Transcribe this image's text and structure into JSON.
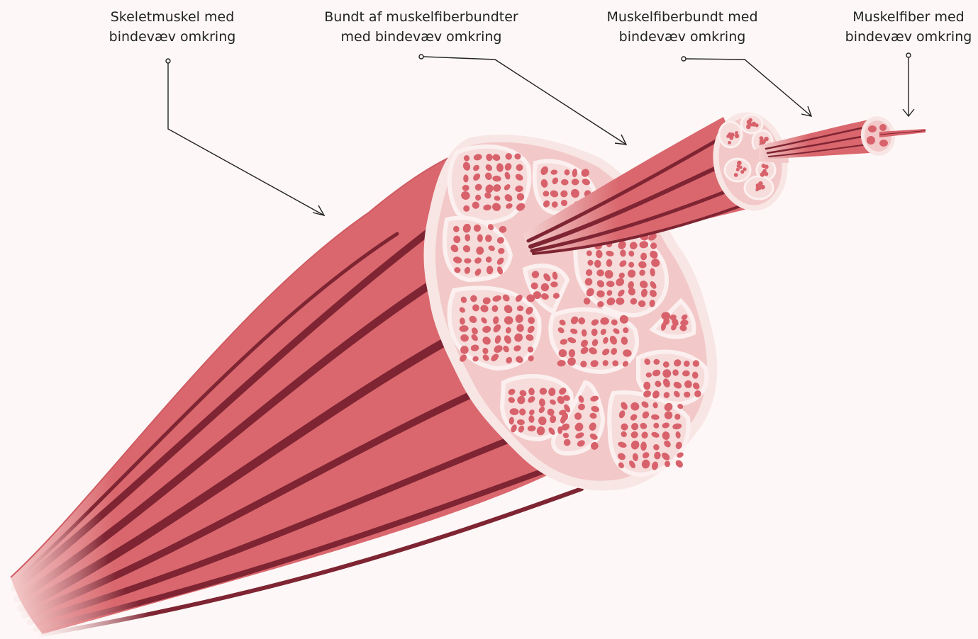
{
  "labels": [
    {
      "line1": "Skeletmuskel med",
      "line2": "bindevæv omkring"
    },
    {
      "line1": "Bundt af muskelfiberbundter",
      "line2": "med bindevæv omkring"
    },
    {
      "line1": "Muskelfiberbundt med",
      "line2": "bindevæv omkring"
    },
    {
      "line1": "Muskelfiber med",
      "line2": "bindevæv omkring"
    }
  ],
  "colors": {
    "background": "#fdf8f7",
    "muscle": "#d9676d",
    "muscle_dark": "#7e2432",
    "connective_tissue": "#f2c9c8",
    "connective_light": "#f8e6e5",
    "fiber": "#d8626b",
    "leader_line": "#222222"
  }
}
